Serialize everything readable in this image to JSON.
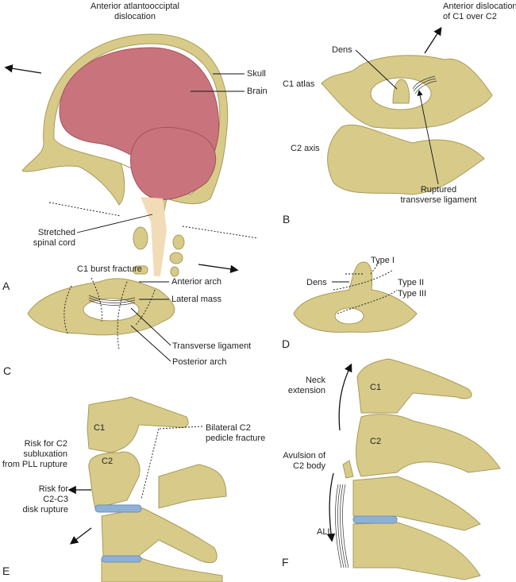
{
  "panels": {
    "A": {
      "letter": "A",
      "title_line1": "Anterior atlantoocciptal",
      "title_line2": "dislocation",
      "skull": "Skull",
      "brain": "Brain",
      "cord_line1": "Stretched",
      "cord_line2": "spinal cord"
    },
    "B": {
      "letter": "B",
      "title_line1": "Anterior dislocation",
      "title_line2": "of C1 over C2",
      "dens": "Dens",
      "c1": "C1 atlas",
      "c2": "C2 axis",
      "ligament_line1": "Ruptured",
      "ligament_line2": "transverse ligament"
    },
    "C": {
      "letter": "C",
      "title": "C1 burst fracture",
      "anterior_arch": "Anterior arch",
      "lateral_mass": "Lateral mass",
      "transverse_ligament": "Transverse ligament",
      "posterior_arch": "Posterior arch"
    },
    "D": {
      "letter": "D",
      "dens": "Dens",
      "type1": "Type I",
      "type2": "Type II",
      "type3": "Type III"
    },
    "E": {
      "letter": "E",
      "c1": "C1",
      "c2": "C2",
      "fracture_line1": "Bilateral C2",
      "fracture_line2": "pedicle fracture",
      "sublux_line1": "Risk for C2",
      "sublux_line2": "subluxation",
      "sublux_line3": "from PLL rupture",
      "disk_line1": "Risk for",
      "disk_line2": "C2-C3",
      "disk_line3": "disk rupture"
    },
    "F": {
      "letter": "F",
      "c1": "C1",
      "c2": "C2",
      "neck_line1": "Neck",
      "neck_line2": "extension",
      "avulsion_line1": "Avulsion of",
      "avulsion_line2": "C2 body",
      "all": "ALL"
    }
  },
  "colors": {
    "bone": "#d8cb8a",
    "bone_edge": "#a89a58",
    "brain": "#c9747d",
    "cord": "#f2dcb8",
    "disk": "#8fb0d6"
  }
}
